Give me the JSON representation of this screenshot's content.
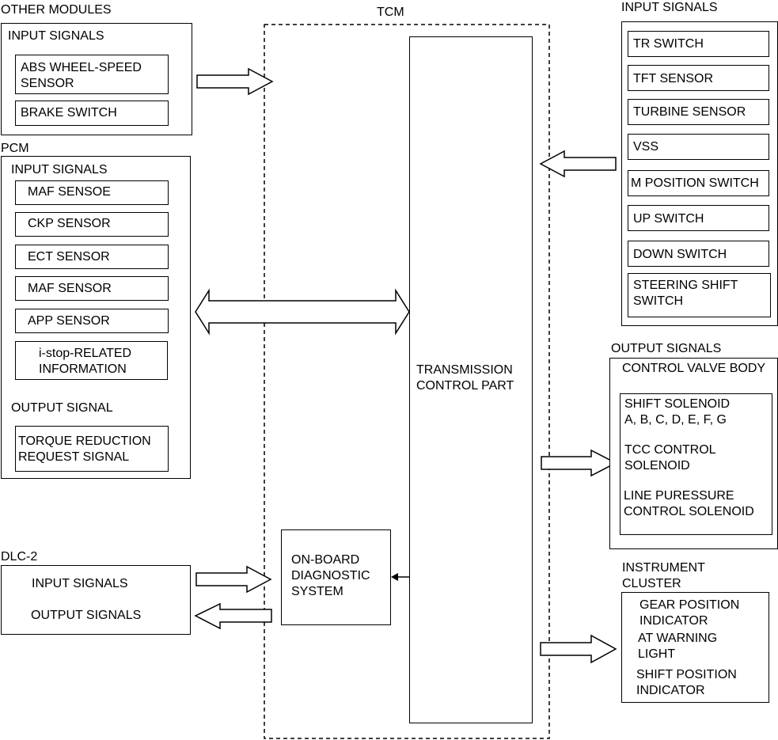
{
  "other_modules": {
    "title": "OTHER MODULES",
    "input_label": "INPUT SIGNALS",
    "items": [
      "ABS WHEEL-SPEED\nSENSOR",
      "BRAKE SWITCH"
    ]
  },
  "pcm": {
    "title": "PCM",
    "input_label": "INPUT SIGNALS",
    "inputs": [
      "MAF SENSOE",
      "CKP SENSOR",
      "ECT SENSOR",
      "MAF SENSOR",
      "APP SENSOR",
      "i-stop-RELATED\nINFORMATION"
    ],
    "output_label": "OUTPUT SIGNAL",
    "outputs": [
      "TORQUE REDUCTION\nREQUEST SIGNAL"
    ]
  },
  "dlc2": {
    "title": "DLC-2",
    "input_label": "INPUT SIGNALS",
    "output_label": "OUTPUT SIGNALS"
  },
  "tcm": {
    "title": "TCM",
    "control_part": "TRANSMISSION\nCONTROL PART",
    "obd": "ON-BOARD\nDIAGNOSTIC\nSYSTEM"
  },
  "input_signals": {
    "title": "INPUT SIGNALS",
    "items": [
      "TR SWITCH",
      "TFT SENSOR",
      "TURBINE SENSOR",
      "VSS",
      "M POSITION SWITCH",
      "UP SWITCH",
      "DOWN SWITCH",
      "STEERING SHIFT\nSWITCH"
    ]
  },
  "output_signals": {
    "title": "OUTPUT SIGNALS",
    "group_label": "CONTROL VALVE BODY",
    "items": [
      "SHIFT SOLENOID\nA, B, C, D, E, F, G",
      "TCC CONTROL\nSOLENOID",
      "LINE PURESSURE\nCONTROL SOLENOID"
    ]
  },
  "instrument_cluster": {
    "title": "INSTRUMENT\nCLUSTER",
    "items": [
      "GEAR POSITION\nINDICATOR",
      "AT WARNING\nLIGHT",
      "SHIFT POSITION\nINDICATOR"
    ]
  }
}
